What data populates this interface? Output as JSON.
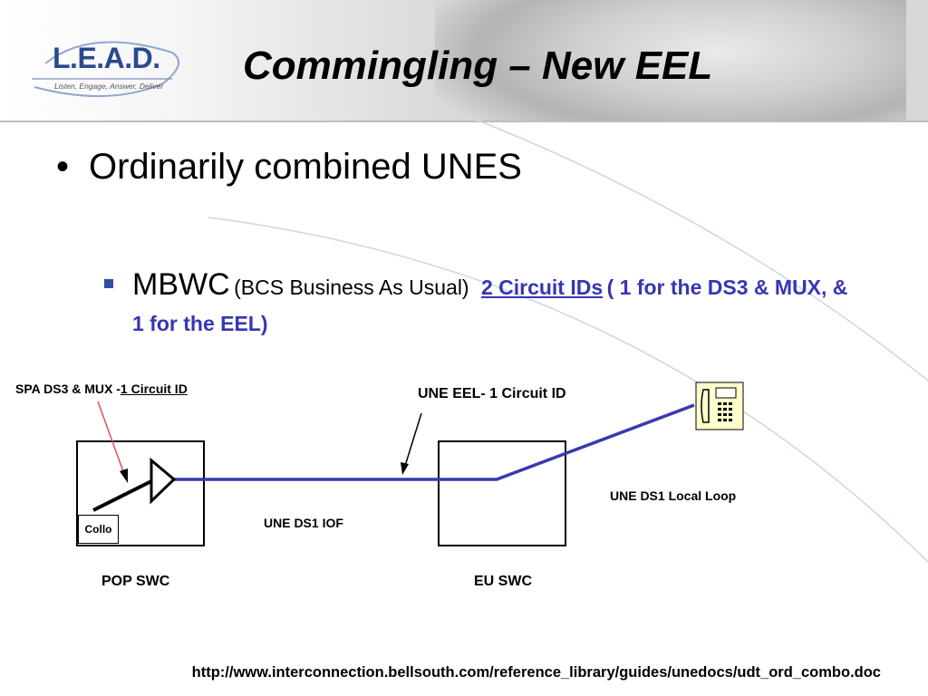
{
  "slide": {
    "title": "Commingling – New EEL",
    "logo": {
      "text": "L.E.A.D.",
      "tagline": "Listen, Engage, Answer, Deliver"
    }
  },
  "bullets": {
    "level1": {
      "marker": "•",
      "text": "Ordinarily combined UNES"
    },
    "level2": {
      "lead": "MBWC",
      "paren": "(BCS Business As Usual)",
      "link": "2 Circuit IDs",
      "rest": "( 1 for the DS3 & MUX, & 1 for the EEL)"
    }
  },
  "diagram": {
    "spa_label_prefix": "SPA DS3 & MUX -",
    "spa_label_link": "1 Circuit ID",
    "eel_label": "UNE EEL- 1 Circuit ID",
    "local_loop_label": "UNE DS1 Local Loop",
    "iof_label": "UNE DS1 IOF",
    "collo_label": "Collo",
    "pop_label": "POP SWC",
    "eu_label": "EU SWC",
    "colors": {
      "circuit_line": "#3a3ab0",
      "arrow_red": "#e05050",
      "phone_fill": "#ffffcc"
    },
    "icons": [
      "amplifier-triangle-icon",
      "telephone-icon"
    ]
  },
  "footer": {
    "url": "http://www.interconnection.bellsouth.com/reference_library/guides/unedocs/udt_ord_combo.doc"
  }
}
